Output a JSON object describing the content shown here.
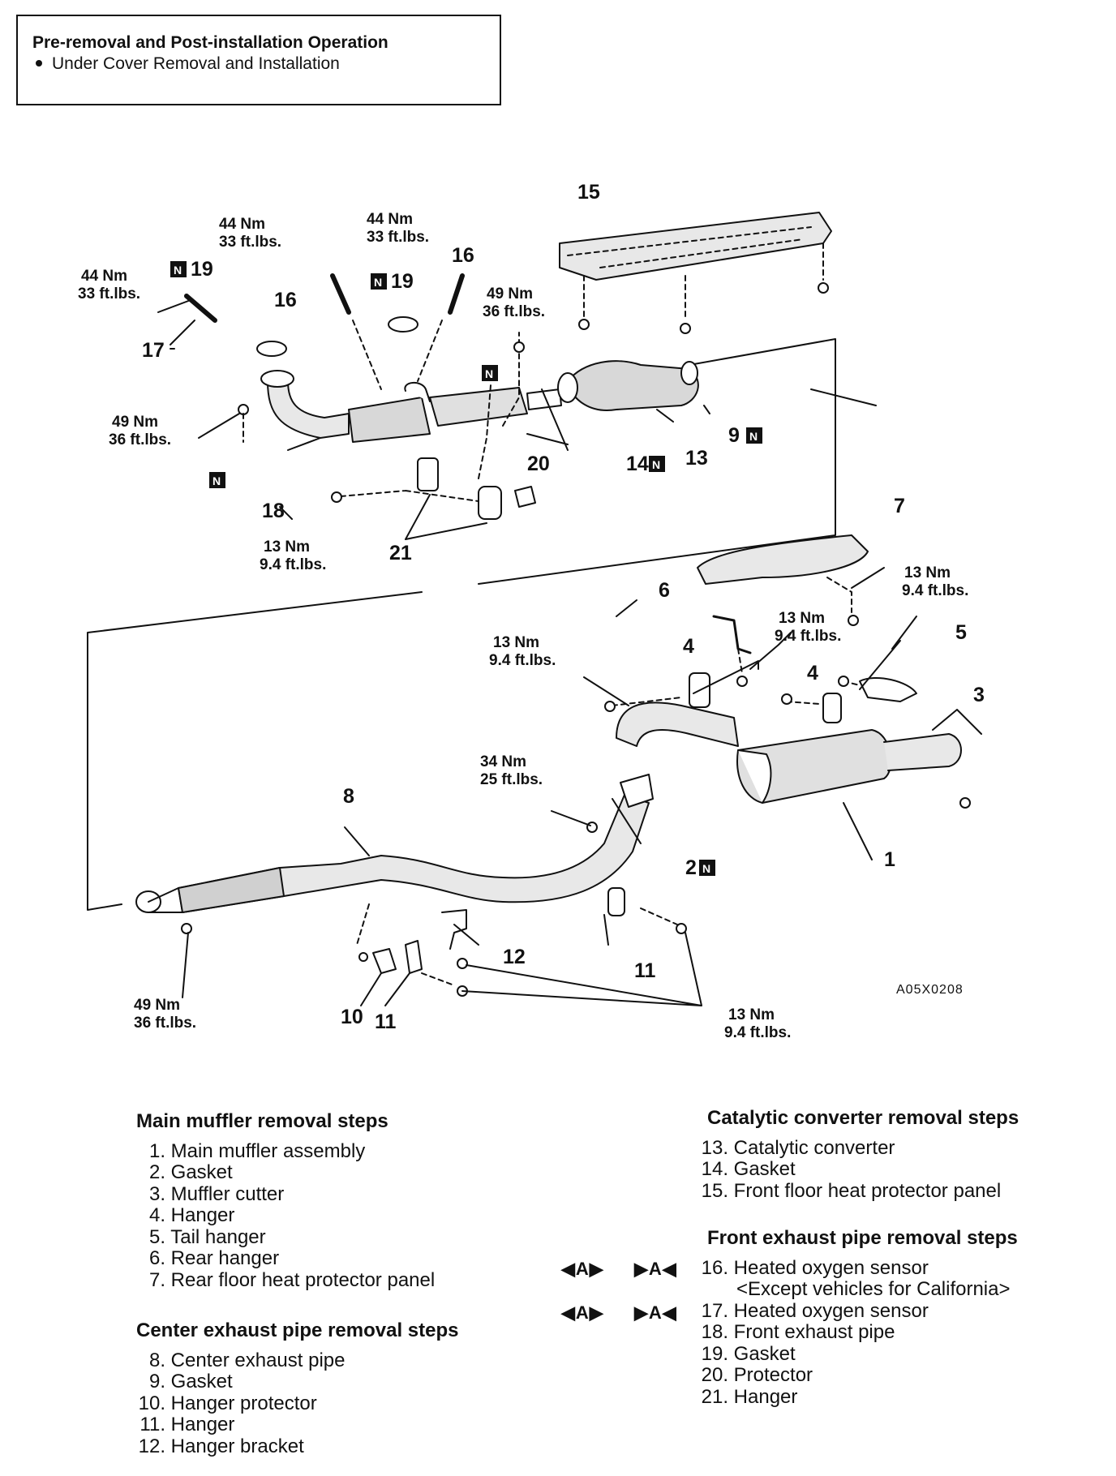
{
  "note": {
    "title": "Pre-removal and Post-installation Operation",
    "item": "Under Cover Removal and Installation"
  },
  "torques": {
    "t44a": [
      "44 Nm",
      "33 ft.lbs."
    ],
    "t44b": [
      "44 Nm",
      "33 ft.lbs."
    ],
    "t44c": [
      "44 Nm",
      "33 ft.lbs."
    ],
    "t49a": [
      "49 Nm",
      "36 ft.lbs."
    ],
    "t49b": [
      "49 Nm",
      "36 ft.lbs."
    ],
    "t49c": [
      "49 Nm",
      "36 ft.lbs."
    ],
    "t13a": [
      "13 Nm",
      "9.4 ft.lbs."
    ],
    "t13b": [
      "13 Nm",
      "9.4 ft.lbs."
    ],
    "t13c": [
      "13 Nm",
      "9.4 ft.lbs."
    ],
    "t13d": [
      "13 Nm",
      "9.4 ft.lbs."
    ],
    "t13e": [
      "13 Nm",
      "9.4 ft.lbs."
    ],
    "t34": [
      "34 Nm",
      "25 ft.lbs."
    ]
  },
  "callouts": {
    "c1": "1",
    "c2": "2",
    "c3": "3",
    "c4a": "4",
    "c4b": "4",
    "c5": "5",
    "c6": "6",
    "c7": "7",
    "c8": "8",
    "c9": "9",
    "c10": "10",
    "c11a": "11",
    "c11b": "11",
    "c12": "12",
    "c13": "13",
    "c14": "14",
    "c15": "15",
    "c16a": "16",
    "c16b": "16",
    "c17": "17",
    "c18": "18",
    "c19a": "19",
    "c19b": "19",
    "c20": "20",
    "c21": "21"
  },
  "n_mark": "N",
  "figure_code": "A05X0208",
  "main_muffler": {
    "title": "Main muffler removal steps",
    "steps": [
      {
        "n": "1.",
        "t": "Main muffler assembly"
      },
      {
        "n": "2.",
        "t": "Gasket"
      },
      {
        "n": "3.",
        "t": "Muffler cutter"
      },
      {
        "n": "4.",
        "t": "Hanger"
      },
      {
        "n": "5.",
        "t": "Tail hanger"
      },
      {
        "n": "6.",
        "t": "Rear hanger"
      },
      {
        "n": "7.",
        "t": "Rear floor heat protector panel"
      }
    ]
  },
  "center_pipe": {
    "title": "Center exhaust pipe removal steps",
    "steps": [
      {
        "n": "8.",
        "t": "Center exhaust pipe"
      },
      {
        "n": "9.",
        "t": "Gasket"
      },
      {
        "n": "10.",
        "t": "Hanger protector"
      },
      {
        "n": "11.",
        "t": "Hanger"
      },
      {
        "n": "12.",
        "t": "Hanger bracket"
      }
    ]
  },
  "catalytic": {
    "title": "Catalytic converter removal steps",
    "steps": [
      {
        "n": "13.",
        "t": "Catalytic converter"
      },
      {
        "n": "14.",
        "t": "Gasket"
      },
      {
        "n": "15.",
        "t": "Front floor heat protector panel"
      }
    ]
  },
  "front_pipe": {
    "title": "Front exhaust pipe removal steps",
    "steps": [
      {
        "n": "16.",
        "t": "Heated oxygen sensor",
        "sub": "<Except vehicles for California>"
      },
      {
        "n": "17.",
        "t": "Heated oxygen sensor"
      },
      {
        "n": "18.",
        "t": "Front exhaust pipe"
      },
      {
        "n": "19.",
        "t": "Gasket"
      },
      {
        "n": "20.",
        "t": "Protector"
      },
      {
        "n": "21.",
        "t": "Hanger"
      }
    ]
  },
  "symbols": {
    "a_removal": "◀A▶",
    "a_install": "▶A◀"
  }
}
